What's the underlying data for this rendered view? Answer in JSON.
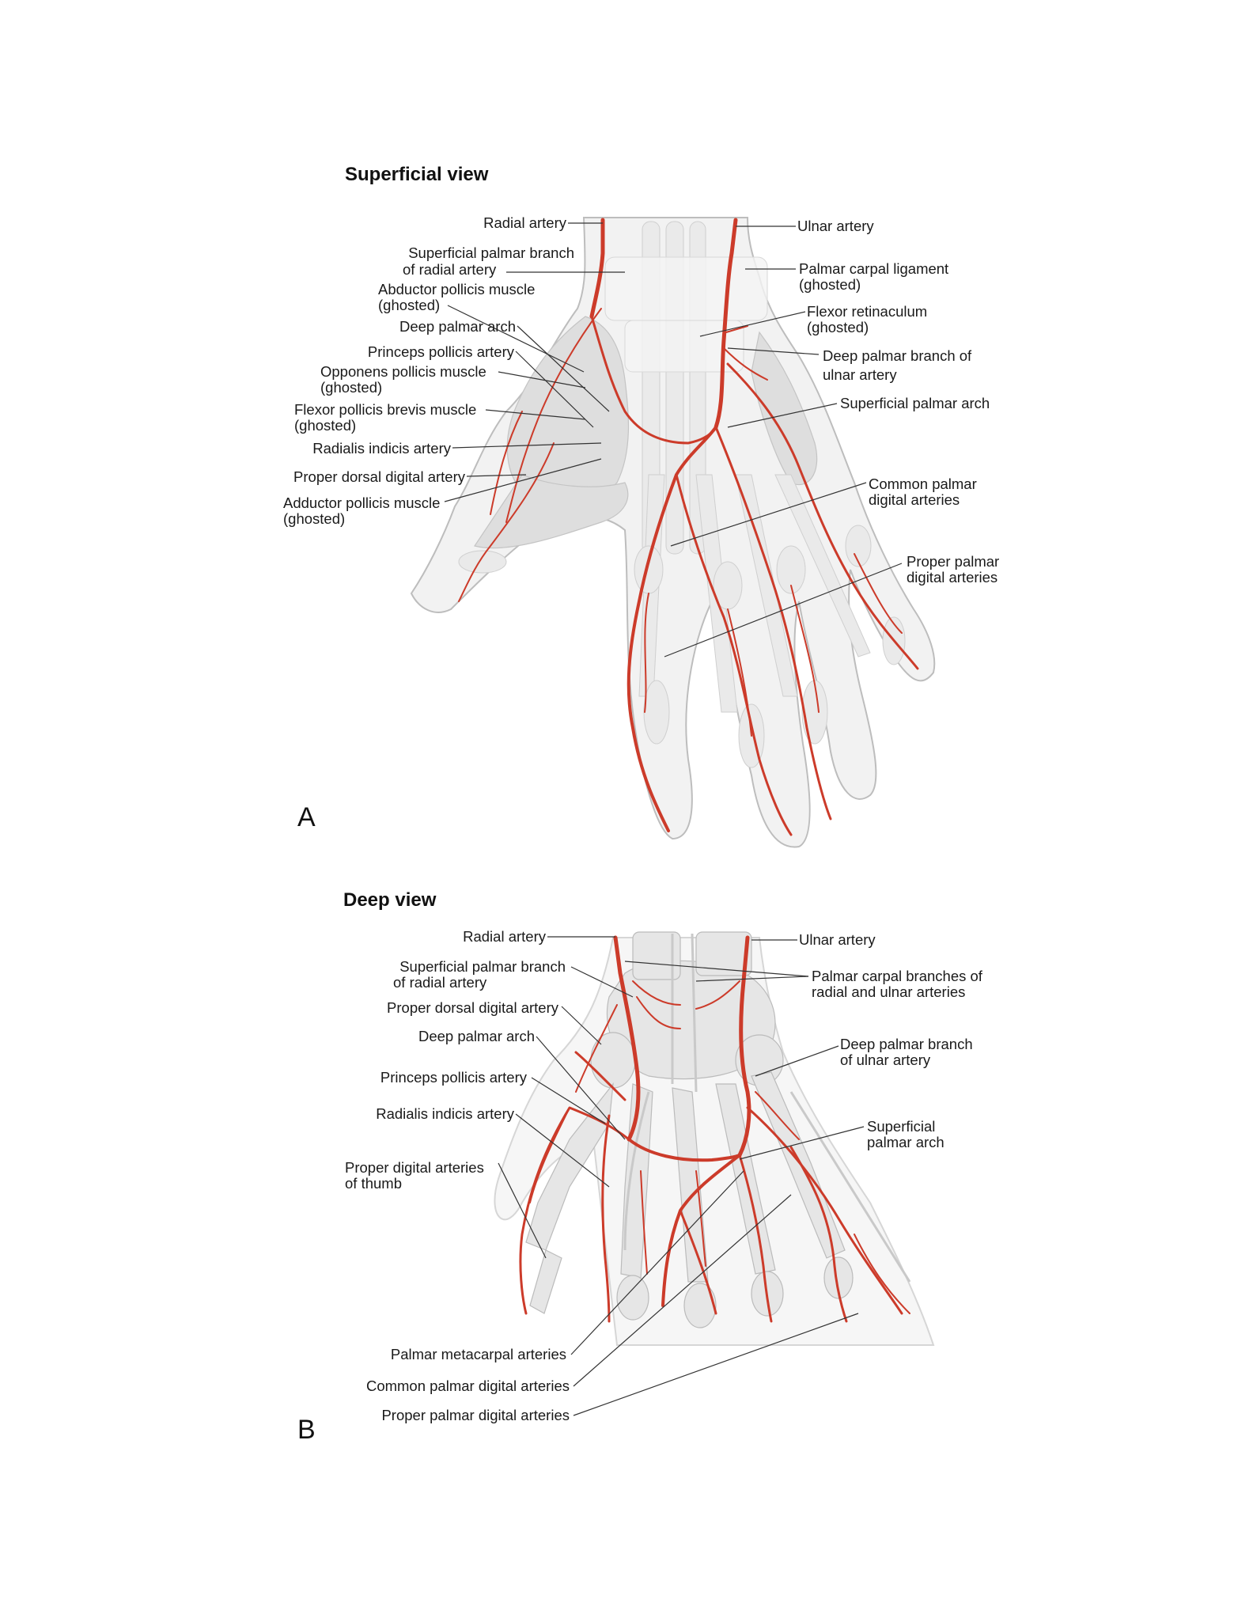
{
  "panel_a": {
    "letter": "A",
    "title": "Superficial view",
    "labels": {
      "radial_artery": "Radial artery",
      "superficial_palmar_branch_l1": "Superficial palmar branch",
      "superficial_palmar_branch_l2": "of radial artery",
      "abductor_pollicis_l1": "Abductor pollicis muscle",
      "abductor_pollicis_l2": "(ghosted)",
      "deep_palmar_arch": "Deep palmar arch",
      "princeps_pollicis": "Princeps pollicis artery",
      "opponens_pollicis_l1": "Opponens pollicis muscle",
      "opponens_pollicis_l2": "(ghosted)",
      "flexor_pollicis_brevis_l1": "Flexor pollicis brevis muscle",
      "flexor_pollicis_brevis_l2": "(ghosted)",
      "radialis_indicis": "Radialis indicis artery",
      "proper_dorsal_digital": "Proper dorsal digital artery",
      "adductor_pollicis_l1": "Adductor pollicis muscle",
      "adductor_pollicis_l2": "(ghosted)",
      "ulnar_artery": "Ulnar artery",
      "palmar_carpal_ligament_l1": "Palmar carpal ligament",
      "palmar_carpal_ligament_l2": "(ghosted)",
      "flexor_retinaculum_l1": "Flexor retinaculum",
      "flexor_retinaculum_l2": "(ghosted)",
      "deep_palmar_branch_ulnar_l1": "Deep palmar branch of",
      "deep_palmar_branch_ulnar_l2": "ulnar artery",
      "superficial_palmar_arch": "Superficial palmar arch",
      "common_palmar_digital_l1": "Common palmar",
      "common_palmar_digital_l2": "digital arteries",
      "proper_palmar_digital_l1": "Proper palmar",
      "proper_palmar_digital_l2": "digital arteries"
    }
  },
  "panel_b": {
    "letter": "B",
    "title": "Deep view",
    "labels": {
      "radial_artery": "Radial artery",
      "superficial_palmar_branch_l1": "Superficial palmar branch",
      "superficial_palmar_branch_l2": "of radial artery",
      "proper_dorsal_digital": "Proper dorsal digital artery",
      "deep_palmar_arch": "Deep palmar arch",
      "princeps_pollicis": "Princeps pollicis artery",
      "radialis_indicis": "Radialis indicis artery",
      "proper_digital_thumb_l1": "Proper digital arteries",
      "proper_digital_thumb_l2": "of thumb",
      "palmar_metacarpal": "Palmar metacarpal arteries",
      "common_palmar_digital": "Common palmar digital arteries",
      "proper_palmar_digital": "Proper palmar digital arteries",
      "ulnar_artery": "Ulnar artery",
      "palmar_carpal_branches_l1": "Palmar carpal branches of",
      "palmar_carpal_branches_l2": "radial and ulnar arteries",
      "deep_palmar_branch_ulnar_l1": "Deep palmar branch",
      "deep_palmar_branch_ulnar_l2": "of ulnar artery",
      "superficial_palmar_arch_l1": "Superficial",
      "superficial_palmar_arch_l2": "palmar arch"
    }
  },
  "colors": {
    "artery": "#cc3b2a",
    "tissue": "#e0e0e0",
    "outline": "#bdbdbd"
  }
}
